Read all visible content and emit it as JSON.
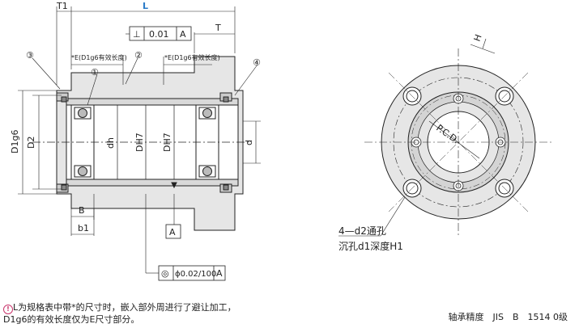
{
  "labels": {
    "T1": "T1",
    "L": "L",
    "T": "T",
    "perp_sym": "⊥",
    "perp_val": "0.01",
    "perp_ref": "A",
    "E_left": "*E(D1g6有效长度)",
    "E_right": "*E(D1g6有效长度)",
    "n1": "①",
    "n2": "②",
    "n3": "③",
    "n4": "④",
    "D1g6": "D1g6",
    "D2": "D2",
    "dh": "dh",
    "DH7a": "DH7",
    "DH7b": "DH7",
    "d": "d",
    "B": "B",
    "b1": "b1",
    "A": "A",
    "coax_sym": "◎",
    "coax_val": "ϕ0.02/100",
    "coax_ref": "A",
    "H": "H",
    "PCD": "P.C.D.",
    "holes": "4—d2通孔",
    "counterbore": "沉孔d1深度H1"
  },
  "note": {
    "icon": "warning-circle-icon",
    "line1": "L为规格表中带*的尺寸时，嵌入部外周进行了避让加工，",
    "line2": "D1g6的有效长度仅为E尺寸部分。"
  },
  "accuracy": "轴承精度　JIS　B　1514 0级",
  "colors": {
    "accent": "#2b7bc8",
    "note_icon": "#c8326a"
  }
}
